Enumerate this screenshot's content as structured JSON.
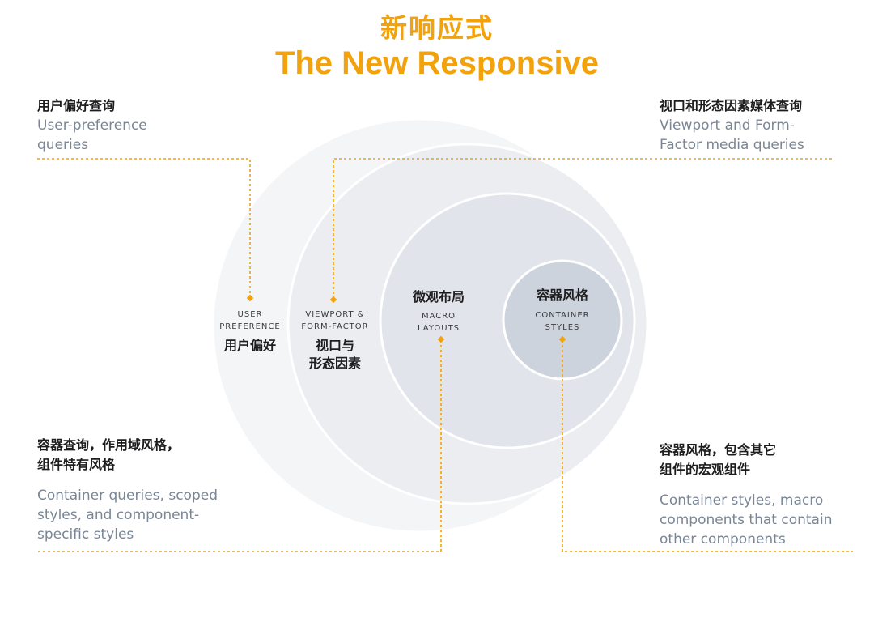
{
  "title": {
    "zh": "新响应式",
    "en": "The New Responsive"
  },
  "annotations": {
    "user_pref": {
      "zh": "用户偏好查询",
      "en_lines": [
        "User-preference",
        "queries"
      ]
    },
    "viewport": {
      "zh": "视口和形态因素媒体查询",
      "en_lines": [
        "Viewport and Form-",
        "Factor media queries"
      ]
    },
    "container_queries": {
      "zh_lines": [
        "容器查询，作用域风格，",
        "组件特有风格"
      ],
      "en_lines": [
        "Container queries, scoped",
        "styles, and component-",
        "specific styles"
      ]
    },
    "container_styles": {
      "zh_lines": [
        "容器风格，包含其它",
        "组件的宏观组件"
      ],
      "en_lines": [
        "Container styles, macro",
        "components that contain",
        "other components"
      ]
    }
  },
  "rings": {
    "user_pref": {
      "caps": [
        "USER",
        "PREFERENCE"
      ],
      "zh": "用户偏好"
    },
    "viewport": {
      "caps": [
        "VIEWPORT &",
        "FORM-FACTOR"
      ],
      "zh_lines": [
        "视口与",
        "形态因素"
      ]
    },
    "macro": {
      "zh": "微观布局",
      "caps": [
        "MACRO",
        "LAYOUTS"
      ]
    },
    "container": {
      "zh": "容器风格",
      "caps": [
        "CONTAINER",
        "STYLES"
      ]
    }
  },
  "colors": {
    "accent": "#f2a20d",
    "ring1": "#f4f5f7",
    "ring2": "#ebedf1",
    "ring3": "#e1e4ea",
    "ring4": "#cdd3dc",
    "text_secondary": "#7a8696"
  }
}
